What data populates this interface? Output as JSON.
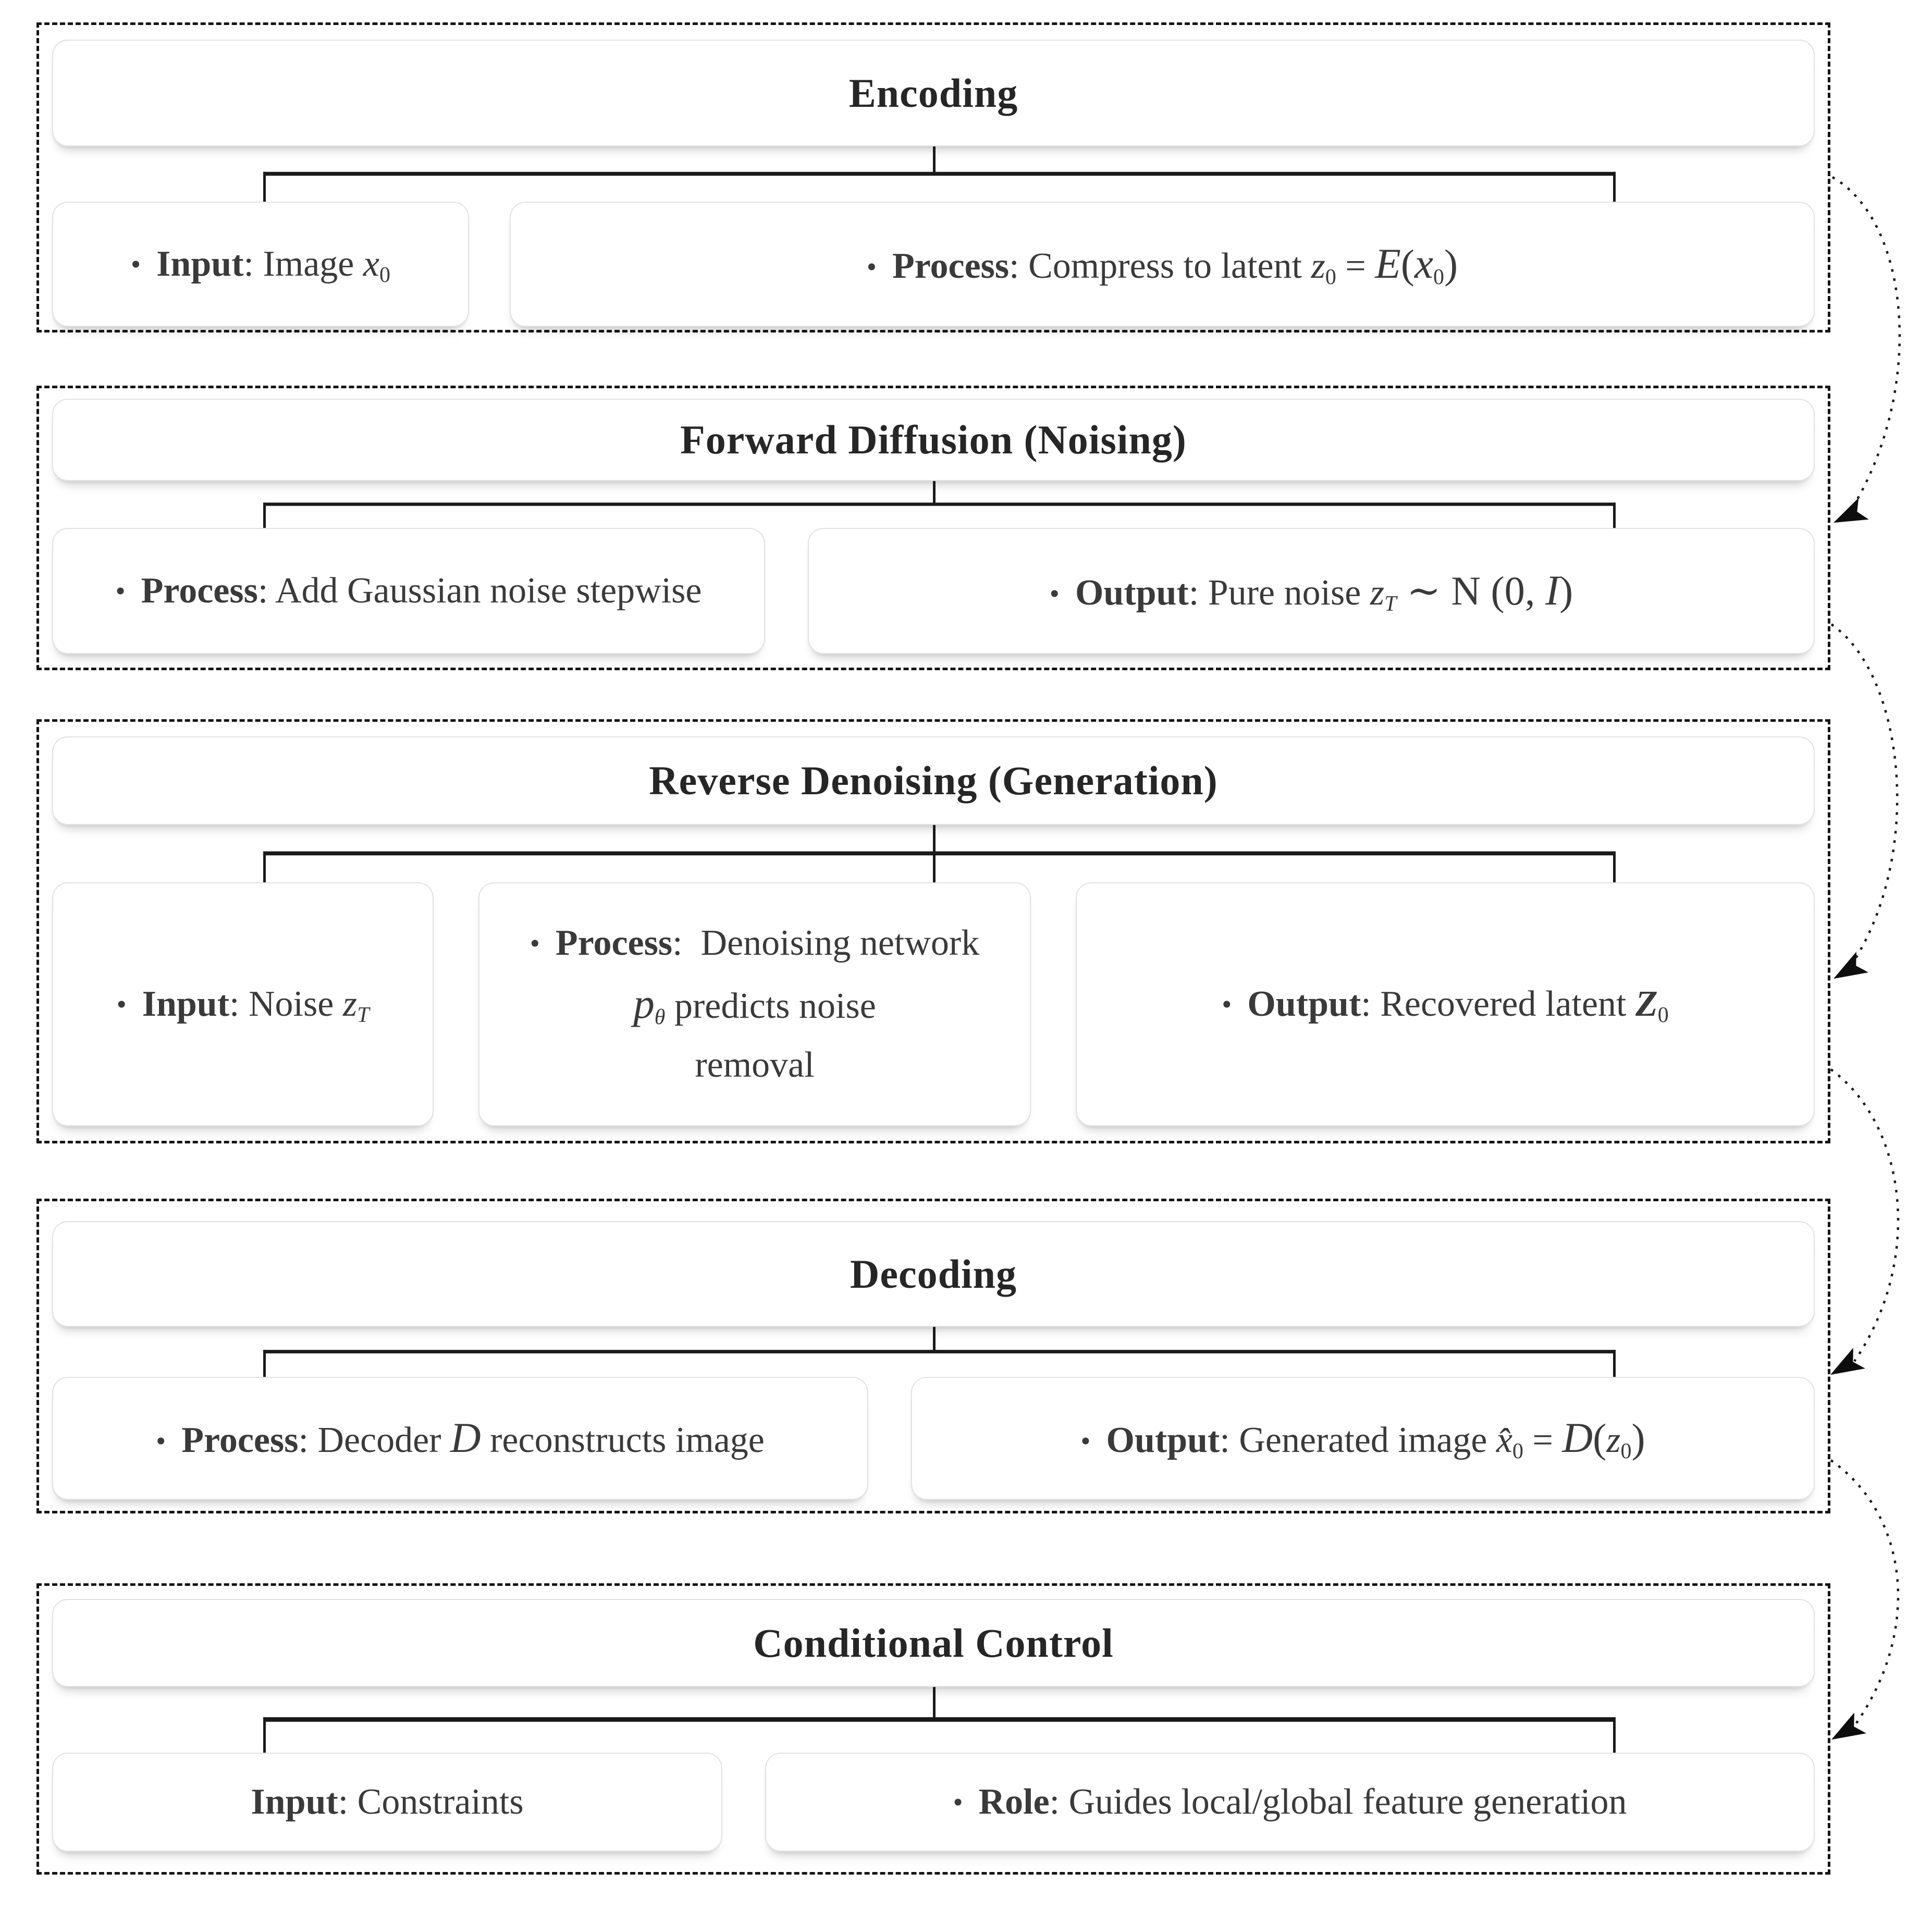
{
  "diagram": {
    "bullet_char": "•",
    "colors": {
      "background": "#ffffff",
      "text": "#3a3a3a",
      "title_text": "#262626",
      "dashed_border": "#141414",
      "box_border": "#e2e2e2",
      "connector": "#1a1a1a",
      "arrow": "#0e0e0e"
    },
    "sections": [
      {
        "name": "encoding",
        "title": "Encoding",
        "children": [
          {
            "name": "input-image",
            "bullet": true,
            "lines": [
              [
                {
                  "t": "Input",
                  "k": "b"
                },
                {
                  "t": ": Image ",
                  "k": "n"
                },
                {
                  "t": "x",
                  "k": "m"
                },
                {
                  "t": "0",
                  "k": "s"
                }
              ]
            ]
          },
          {
            "name": "process-compress-to-latent",
            "bullet": true,
            "lines": [
              [
                {
                  "t": "Process",
                  "k": "b"
                },
                {
                  "t": ": Compress to latent ",
                  "k": "n"
                },
                {
                  "t": "z",
                  "k": "m"
                },
                {
                  "t": "0",
                  "k": "s"
                },
                {
                  "t": " = ",
                  "k": "n"
                },
                {
                  "t": "E",
                  "k": "mlg"
                },
                {
                  "t": "(",
                  "k": "lg"
                },
                {
                  "t": "x",
                  "k": "mlg"
                },
                {
                  "t": "0",
                  "k": "s"
                },
                {
                  "t": ")",
                  "k": "lg"
                }
              ]
            ]
          }
        ]
      },
      {
        "name": "forward-diffusion",
        "title": "Forward Diffusion (Noising)",
        "children": [
          {
            "name": "process-add-gaussian-noise",
            "bullet": true,
            "lines": [
              [
                {
                  "t": "Process",
                  "k": "b"
                },
                {
                  "t": ": Add Gaussian noise stepwise",
                  "k": "n"
                }
              ]
            ]
          },
          {
            "name": "output-pure-noise",
            "bullet": true,
            "lines": [
              [
                {
                  "t": "Output",
                  "k": "b"
                },
                {
                  "t": ": Pure noise ",
                  "k": "n"
                },
                {
                  "t": "z",
                  "k": "m"
                },
                {
                  "t": "T",
                  "k": "si"
                },
                {
                  "t": " ∼ N",
                  "k": "lg"
                },
                {
                  "t": " (0, ",
                  "k": "lg"
                },
                {
                  "t": "I",
                  "k": "mlg"
                },
                {
                  "t": ")",
                  "k": "lg"
                }
              ]
            ]
          }
        ]
      },
      {
        "name": "reverse-denoising",
        "title": "Reverse Denoising (Generation)",
        "children": [
          {
            "name": "input-noise",
            "bullet": true,
            "lines": [
              [
                {
                  "t": "Input",
                  "k": "b"
                },
                {
                  "t": ": Noise ",
                  "k": "n"
                },
                {
                  "t": "z",
                  "k": "m"
                },
                {
                  "t": "T",
                  "k": "si"
                }
              ]
            ]
          },
          {
            "name": "process-denoising-network",
            "bullet": true,
            "lines": [
              [
                {
                  "t": "Process",
                  "k": "b"
                },
                {
                  "t": ":  Denoising network",
                  "k": "n"
                }
              ],
              [
                {
                  "t": "p",
                  "k": "mlg"
                },
                {
                  "t": "θ",
                  "k": "si"
                },
                {
                  "t": " predicts noise",
                  "k": "n"
                }
              ],
              [
                {
                  "t": "removal",
                  "k": "n"
                }
              ]
            ]
          },
          {
            "name": "output-recovered-latent",
            "bullet": true,
            "lines": [
              [
                {
                  "t": "Output",
                  "k": "b"
                },
                {
                  "t": ": Recovered latent ",
                  "k": "n"
                },
                {
                  "t": "Z",
                  "k": "mb"
                },
                {
                  "t": "0",
                  "k": "s"
                }
              ]
            ]
          }
        ]
      },
      {
        "name": "decoding",
        "title": "Decoding",
        "children": [
          {
            "name": "process-decoder-reconstructs",
            "bullet": true,
            "lines": [
              [
                {
                  "t": "Process",
                  "k": "b"
                },
                {
                  "t": ": Decoder ",
                  "k": "n"
                },
                {
                  "t": "D",
                  "k": "mlg"
                },
                {
                  "t": " reconstructs image",
                  "k": "n"
                }
              ]
            ]
          },
          {
            "name": "output-generated-image",
            "bullet": true,
            "lines": [
              [
                {
                  "t": "Output",
                  "k": "b"
                },
                {
                  "t": ": Generated image ",
                  "k": "n"
                },
                {
                  "t": "x̂",
                  "k": "m"
                },
                {
                  "t": "0",
                  "k": "s"
                },
                {
                  "t": " = ",
                  "k": "n"
                },
                {
                  "t": "D",
                  "k": "mlg"
                },
                {
                  "t": "(",
                  "k": "lg"
                },
                {
                  "t": "z",
                  "k": "m"
                },
                {
                  "t": "0",
                  "k": "s"
                },
                {
                  "t": ")",
                  "k": "lg"
                }
              ]
            ]
          }
        ]
      },
      {
        "name": "conditional-control",
        "title": "Conditional Control",
        "children": [
          {
            "name": "input-constraints",
            "bullet": false,
            "lines": [
              [
                {
                  "t": "Input",
                  "k": "b"
                },
                {
                  "t": ": Constraints",
                  "k": "n"
                }
              ]
            ]
          },
          {
            "name": "role-guides-features",
            "bullet": true,
            "lines": [
              [
                {
                  "t": "Role",
                  "k": "b"
                },
                {
                  "t": ": Guides local/global feature generation",
                  "k": "n"
                }
              ]
            ]
          }
        ]
      }
    ],
    "flow_arrows": [
      {
        "name": "encoding-to-forward-diffusion"
      },
      {
        "name": "forward-diffusion-to-reverse-denoising"
      },
      {
        "name": "reverse-denoising-to-decoding"
      },
      {
        "name": "decoding-to-conditional-control"
      }
    ]
  }
}
